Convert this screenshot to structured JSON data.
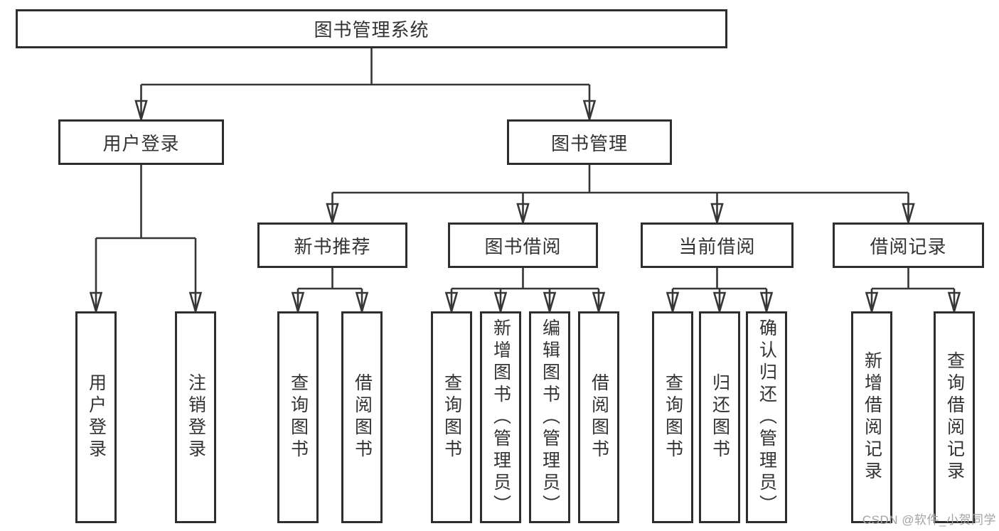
{
  "page": {
    "watermark": "CSDN @软件_小贺同学",
    "background": "#ffffff"
  },
  "colors": {
    "line": "#363636",
    "box_border": "#2e2e2e",
    "text": "#333333",
    "watermark": "#a3a3a3"
  },
  "diagram": {
    "type": "hierarchy-tree",
    "root": {
      "label": "图书管理系统"
    },
    "branches": [
      {
        "label": "用户登录",
        "children": [
          {
            "label": "用户登录"
          },
          {
            "label": "注销登录"
          }
        ]
      },
      {
        "label": "图书管理",
        "children": [
          {
            "label": "新书推荐",
            "children": [
              {
                "label": "查询图书"
              },
              {
                "label": "借阅图书"
              }
            ]
          },
          {
            "label": "图书借阅",
            "children": [
              {
                "label": "查询图书"
              },
              {
                "label": "新增图书（管理员）"
              },
              {
                "label": "编辑图书（管理员）"
              },
              {
                "label": "借阅图书"
              }
            ]
          },
          {
            "label": "当前借阅",
            "children": [
              {
                "label": "查询图书"
              },
              {
                "label": "归还图书"
              },
              {
                "label": "确认归还（管理员）"
              }
            ]
          },
          {
            "label": "借阅记录",
            "children": [
              {
                "label": "新增借阅记录"
              },
              {
                "label": "查询借阅记录"
              }
            ]
          }
        ]
      }
    ]
  }
}
